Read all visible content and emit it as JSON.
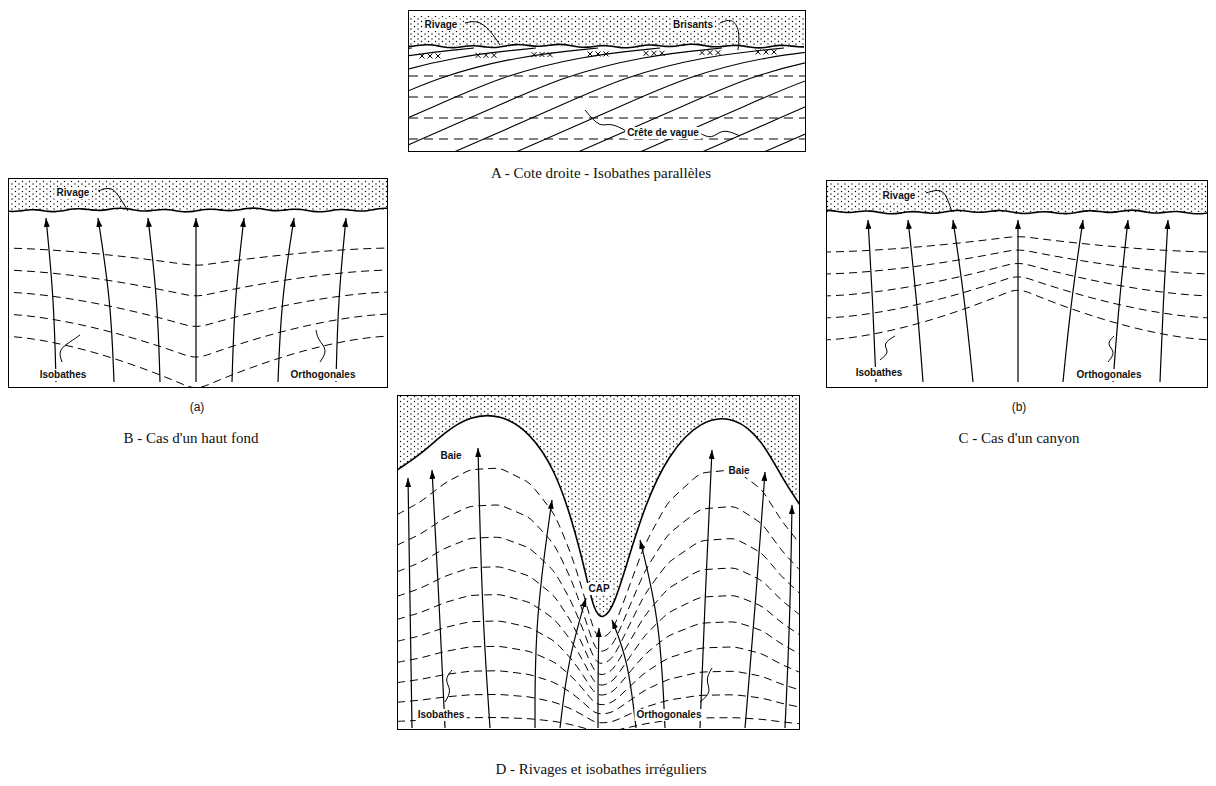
{
  "diagram": {
    "nodes": [
      {
        "text": [
          "Rivage",
          "Brisants",
          "Crête de vague",
          "A - Cote droite - Isobathes parallèles"
        ]
      },
      {
        "text": [
          "Rivage",
          "Isobathes",
          "Orthogonales",
          "(a)",
          "B - Cas d'un haut fond"
        ]
      },
      {
        "text": [
          "Rivage",
          "Isobathes",
          "Orthogonales",
          "(b)",
          "C - Cas d'un canyon"
        ]
      },
      {
        "text": [
          "Baie",
          "Baie",
          "CAP",
          "Isobathes",
          "Orthogonales",
          "D - Rivages et isobathes irréguliers"
        ]
      }
    ]
  }
}
